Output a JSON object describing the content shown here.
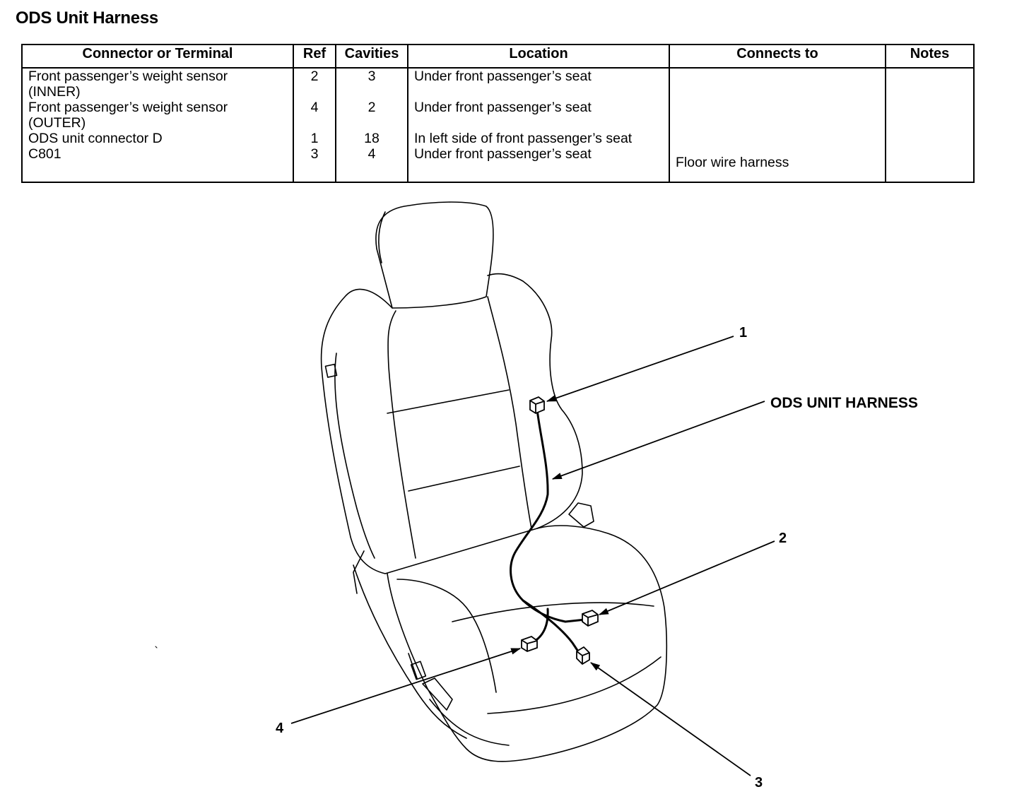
{
  "page": {
    "title": "ODS Unit Harness"
  },
  "table": {
    "headers": {
      "connector": "Connector or Terminal",
      "ref": "Ref",
      "cavities": "Cavities",
      "location": "Location",
      "connects_to": "Connects to",
      "notes": "Notes"
    },
    "rows": [
      {
        "connector_line1": "Front passenger’s weight sensor",
        "connector_line2": "(INNER)",
        "ref": "2",
        "cavities": "3",
        "location": "Under front passenger’s seat",
        "connects_to": "",
        "notes": ""
      },
      {
        "connector_line1": "Front passenger’s weight sensor",
        "connector_line2": "(OUTER)",
        "ref": "4",
        "cavities": "2",
        "location": "Under front passenger’s seat",
        "connects_to": "",
        "notes": ""
      },
      {
        "connector_line1": "ODS unit connector D",
        "connector_line2": "",
        "ref": "1",
        "cavities": "18",
        "location": "In left side of front passenger’s seat",
        "connects_to": "",
        "notes": ""
      },
      {
        "connector_line1": "C801",
        "connector_line2": "",
        "ref": "3",
        "cavities": "4",
        "location": "Under front passenger’s seat",
        "connects_to": "Floor wire harness",
        "notes": ""
      }
    ]
  },
  "diagram": {
    "callouts": {
      "ref1": "1",
      "ref2": "2",
      "ref3": "3",
      "ref4": "4",
      "harness": "ODS UNIT HARNESS"
    }
  }
}
